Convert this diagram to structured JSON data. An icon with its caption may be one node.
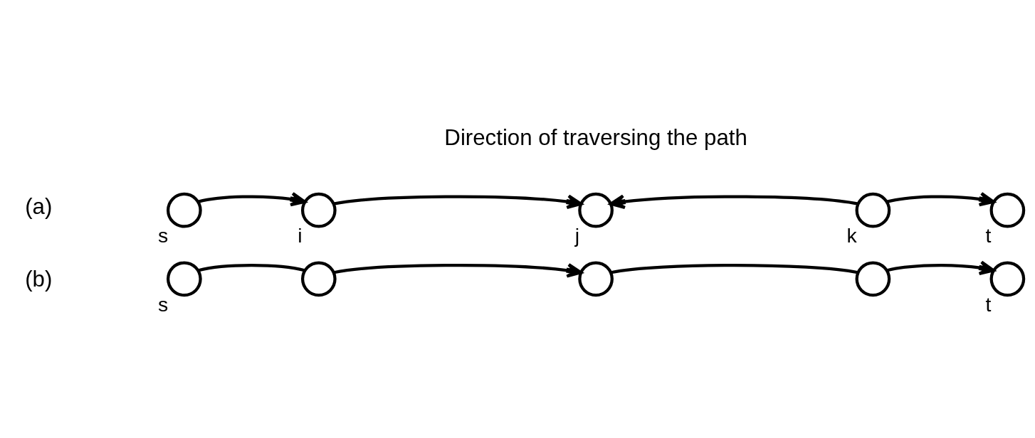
{
  "diagram": {
    "nodes": [
      {
        "text": [],
        "shape": "circle",
        "beside": [
          "s"
        ]
      },
      {
        "text": [],
        "shape": "circle",
        "beside": [
          "i"
        ]
      },
      {
        "text": [],
        "shape": "circle",
        "beside": [
          "j"
        ]
      },
      {
        "text": [],
        "shape": "circle",
        "beside": [
          "k"
        ]
      },
      {
        "text": [],
        "shape": "circle",
        "beside": [
          "t"
        ]
      },
      {
        "text": [],
        "shape": "circle",
        "beside": [
          "s"
        ]
      },
      {
        "text": [],
        "shape": "circle"
      },
      {
        "text": [],
        "shape": "circle"
      },
      {
        "text": [],
        "shape": "circle"
      },
      {
        "text": [],
        "shape": "circle",
        "beside": [
          "t"
        ]
      }
    ],
    "edges": [
      {
        "from": 0,
        "to": 1,
        "arrow": "to"
      },
      {
        "from": 1,
        "to": 2,
        "arrow": "to"
      },
      {
        "from": 3,
        "to": 2,
        "arrow": "to"
      },
      {
        "from": 3,
        "to": 4,
        "arrow": "to"
      },
      {
        "from": 5,
        "to": 6,
        "arrow": "none"
      },
      {
        "from": 6,
        "to": 7,
        "arrow": "to"
      },
      {
        "from": 7,
        "to": 8,
        "arrow": "none"
      },
      {
        "from": 8,
        "to": 9,
        "arrow": "to"
      }
    ],
    "labels": [
      "Direction of traversing the path",
      "(a)",
      "(b)"
    ]
  }
}
